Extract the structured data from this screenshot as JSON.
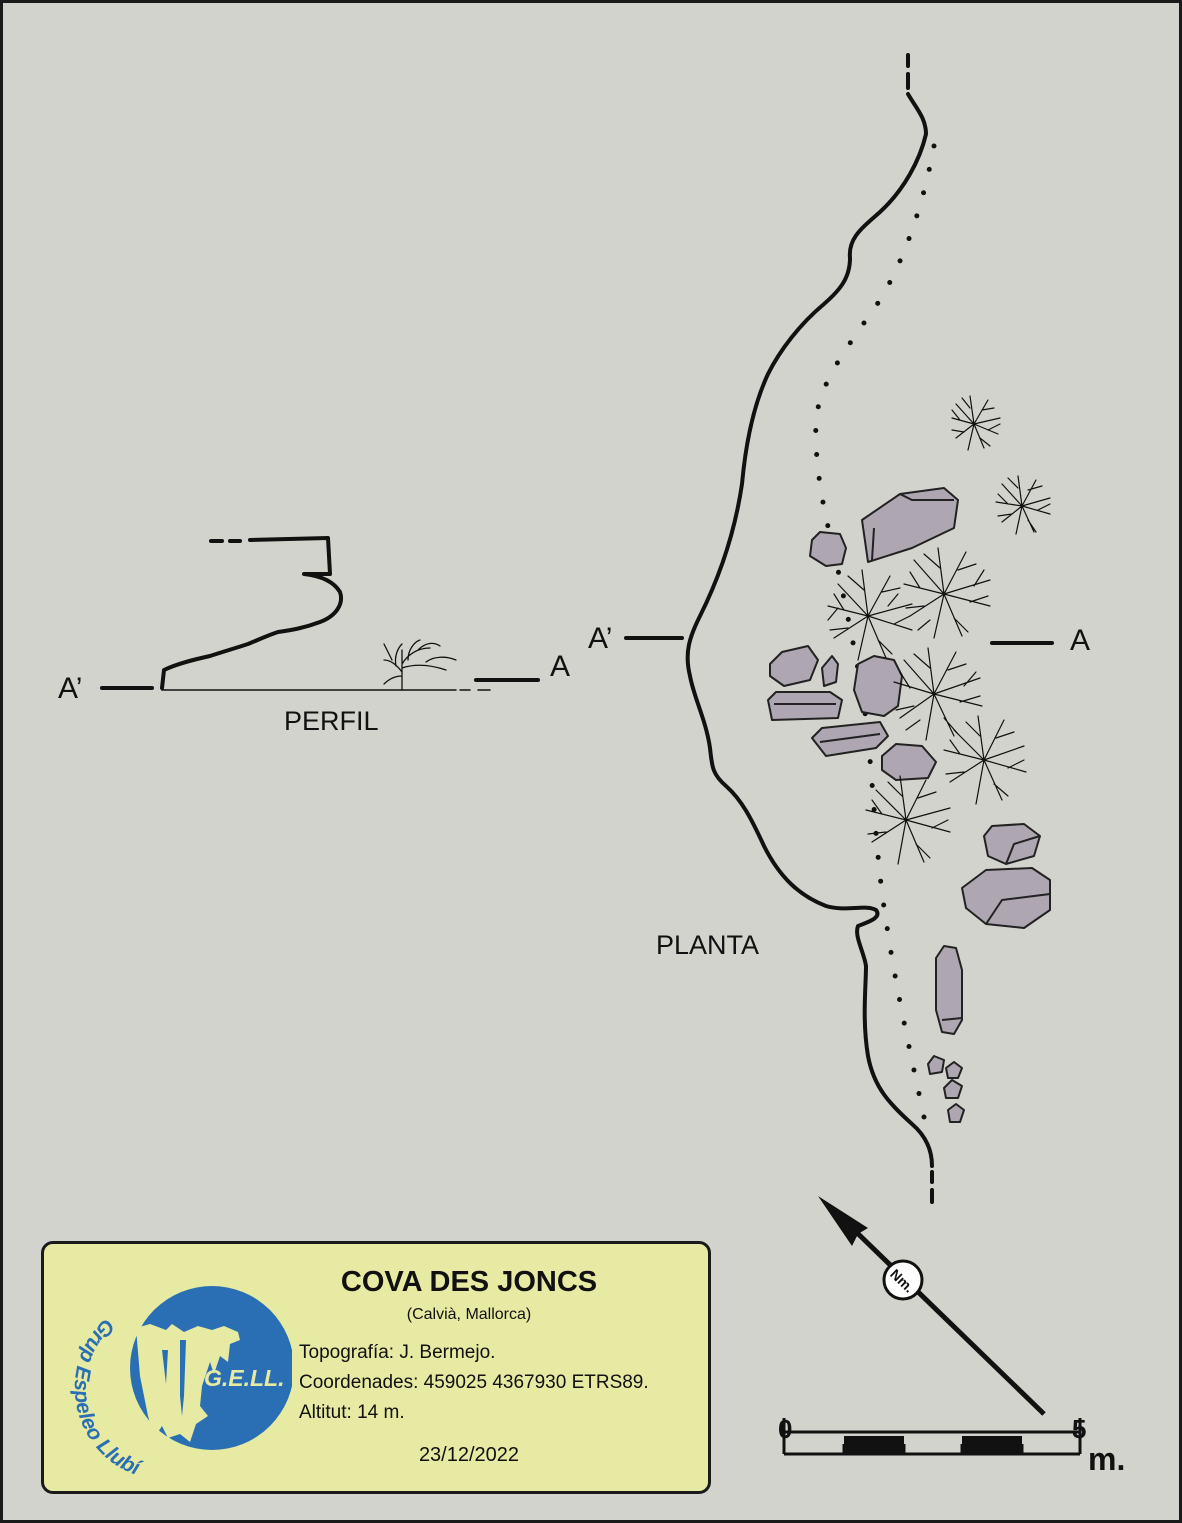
{
  "map": {
    "profile": {
      "label": "PERFIL",
      "section_left": "A’",
      "section_right": "A"
    },
    "plan": {
      "label": "PLANTA",
      "section_left": "A’",
      "section_right": "A"
    },
    "north_label": "Nm.",
    "scale": {
      "start": "0",
      "end": "5",
      "unit": "m."
    }
  },
  "titlebox": {
    "title": "COVA DES JONCS",
    "subtitle": "(Calvià, Mallorca)",
    "topography": "Topografía: J. Bermejo.",
    "coordinates": "Coordenades: 459025 4367930 ETRS89.",
    "altitude": "Altitut: 14 m.",
    "date": "23/12/2022"
  },
  "logo": {
    "arc_text": "Grup Espeleo Llubí",
    "initials": "G.E.LL."
  },
  "colors": {
    "background": "#d3d3cd",
    "rock_fill": "#aea6b0",
    "titlebox_fill": "#e6eaa3",
    "logo_blue": "#2a6fb3"
  }
}
